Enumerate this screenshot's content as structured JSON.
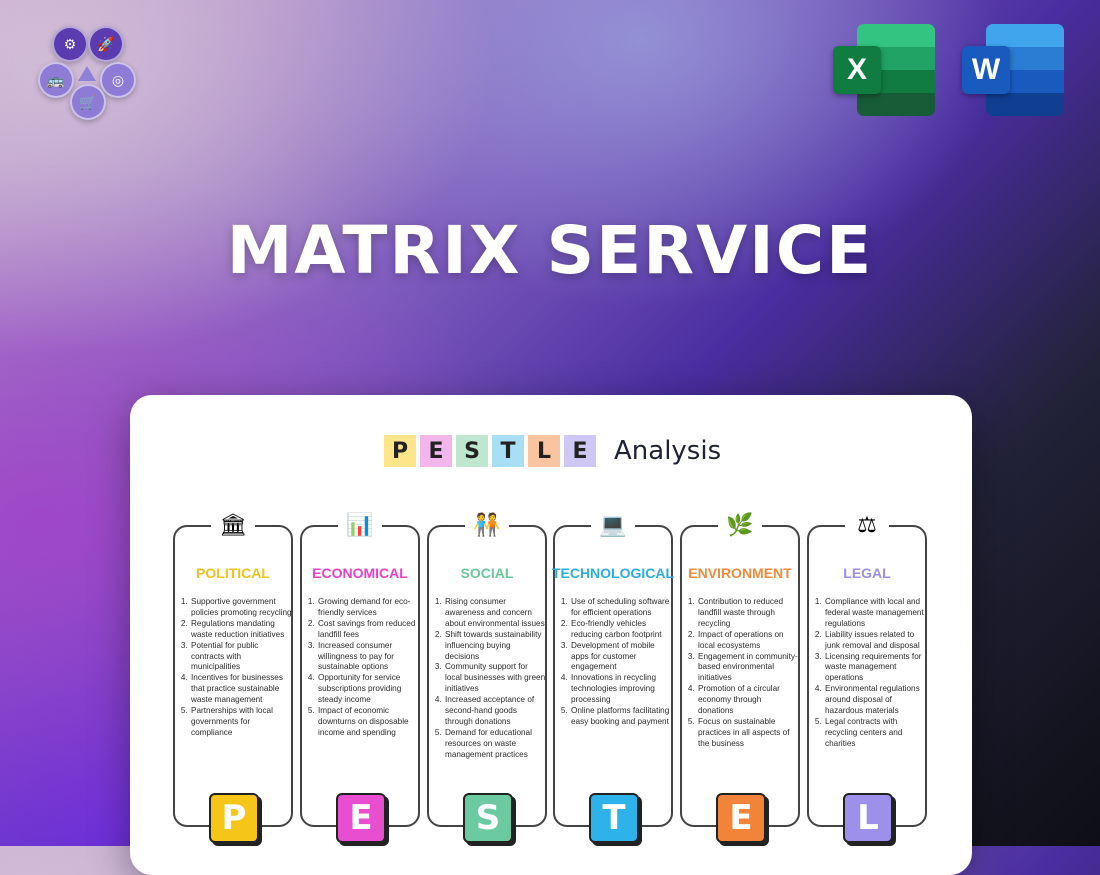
{
  "title": "MATRIX SERVICE",
  "logo": {
    "icons": [
      {
        "name": "gear-icon",
        "glyph": "⚙"
      },
      {
        "name": "rocket-icon",
        "glyph": "🚀"
      },
      {
        "name": "bus-icon",
        "glyph": "🚌"
      },
      {
        "name": "target-icon",
        "glyph": "◎"
      },
      {
        "name": "cart-icon",
        "glyph": "🛒"
      }
    ]
  },
  "apps": {
    "excel": {
      "letter": "X",
      "color": "#1d6f42"
    },
    "word": {
      "letter": "W",
      "color": "#2b579a"
    }
  },
  "card": {
    "heading_letters": [
      "P",
      "E",
      "S",
      "T",
      "L",
      "E"
    ],
    "heading_colors": [
      "#ffe58a",
      "#f3b6ec",
      "#bfe6cf",
      "#a9dff5",
      "#fbc4a0",
      "#cfc8f4"
    ],
    "heading_word": "Analysis",
    "columns": [
      {
        "title": "POLITICAL",
        "color": "#f2c21b",
        "icon": "🏛",
        "icon_name": "government-building-icon",
        "letter": "P",
        "letter_color": "#f5c518",
        "items": [
          "Supportive government policies promoting recycling",
          "Regulations mandating waste reduction initiatives",
          "Potential for public contracts with municipalities",
          "Incentives for businesses that practice sustainable waste management",
          "Partnerships with local governments for compliance"
        ]
      },
      {
        "title": "ECONOMICAL",
        "color": "#e640c8",
        "icon": "📊",
        "icon_name": "bar-chart-icon",
        "letter": "E",
        "letter_color": "#e84fd0",
        "items": [
          "Growing demand for eco-friendly services",
          "Cost savings from reduced landfill fees",
          "Increased consumer willingness to pay for sustainable options",
          "Opportunity for service subscriptions providing steady income",
          "Impact of economic downturns on disposable income and spending"
        ]
      },
      {
        "title": "SOCIAL",
        "color": "#6cc79a",
        "icon": "🧑‍🤝‍🧑",
        "icon_name": "people-icon",
        "letter": "S",
        "letter_color": "#6ccaa0",
        "items": [
          "Rising consumer awareness and concern about environmental issues",
          "Shift towards sustainability influencing buying decisions",
          "Community support for local businesses with green initiatives",
          "Increased acceptance of second-hand goods through donations",
          "Demand for educational resources on waste management practices"
        ]
      },
      {
        "title": "TECHNOLOGICAL",
        "color": "#2aaee0",
        "icon": "💻",
        "icon_name": "laptop-icon",
        "letter": "T",
        "letter_color": "#2db3ea",
        "items": [
          "Use of scheduling software for efficient operations",
          "Eco-friendly vehicles reducing carbon footprint",
          "Development of mobile apps for customer engagement",
          "Innovations in recycling technologies improving processing",
          "Online platforms facilitating easy booking and payment"
        ]
      },
      {
        "title": "ENVIRONMENT",
        "color": "#f28a3b",
        "icon": "🌿",
        "icon_name": "leaf-icon",
        "letter": "E",
        "letter_color": "#f2843a",
        "items": [
          "Contribution to reduced landfill waste through recycling",
          "Impact of operations on local ecosystems",
          "Engagement in community-based environmental initiatives",
          "Promotion of a circular economy through donations",
          "Focus on sustainable practices in all aspects of the business"
        ]
      },
      {
        "title": "LEGAL",
        "color": "#9a8ee6",
        "icon": "⚖",
        "icon_name": "scales-icon",
        "letter": "L",
        "letter_color": "#9d90ea",
        "items": [
          "Compliance with local and federal waste management regulations",
          "Liability issues related to junk removal and disposal",
          "Licensing requirements for waste management operations",
          "Environmental regulations around disposal of hazardous materials",
          "Legal contracts with recycling centers and charities"
        ]
      }
    ]
  }
}
